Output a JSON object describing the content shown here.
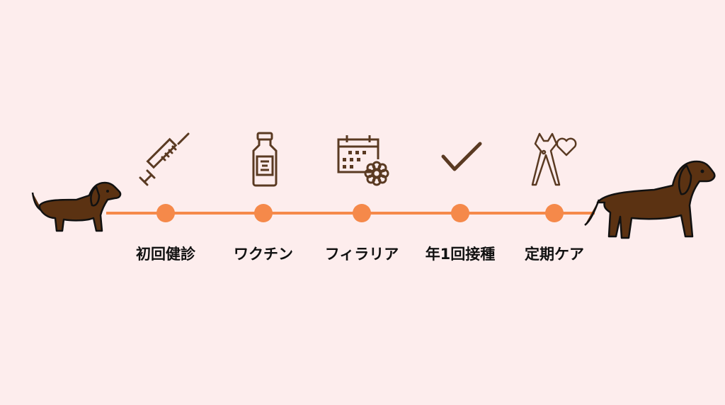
{
  "steps": [
    {
      "label": "初回健診",
      "icon": "syringe-icon"
    },
    {
      "label": "ワクチン",
      "icon": "vial-icon"
    },
    {
      "label": "フィラリア",
      "icon": "calendar-flower-icon"
    },
    {
      "label": "年1回接種",
      "icon": "checkmark-icon"
    },
    {
      "label": "定期ケア",
      "icon": "nail-clipper-heart-icon"
    }
  ],
  "colors": {
    "background": "#fdeded",
    "accent": "#f5894a",
    "icon": "#5a3a22",
    "dog": "#5b3212"
  }
}
